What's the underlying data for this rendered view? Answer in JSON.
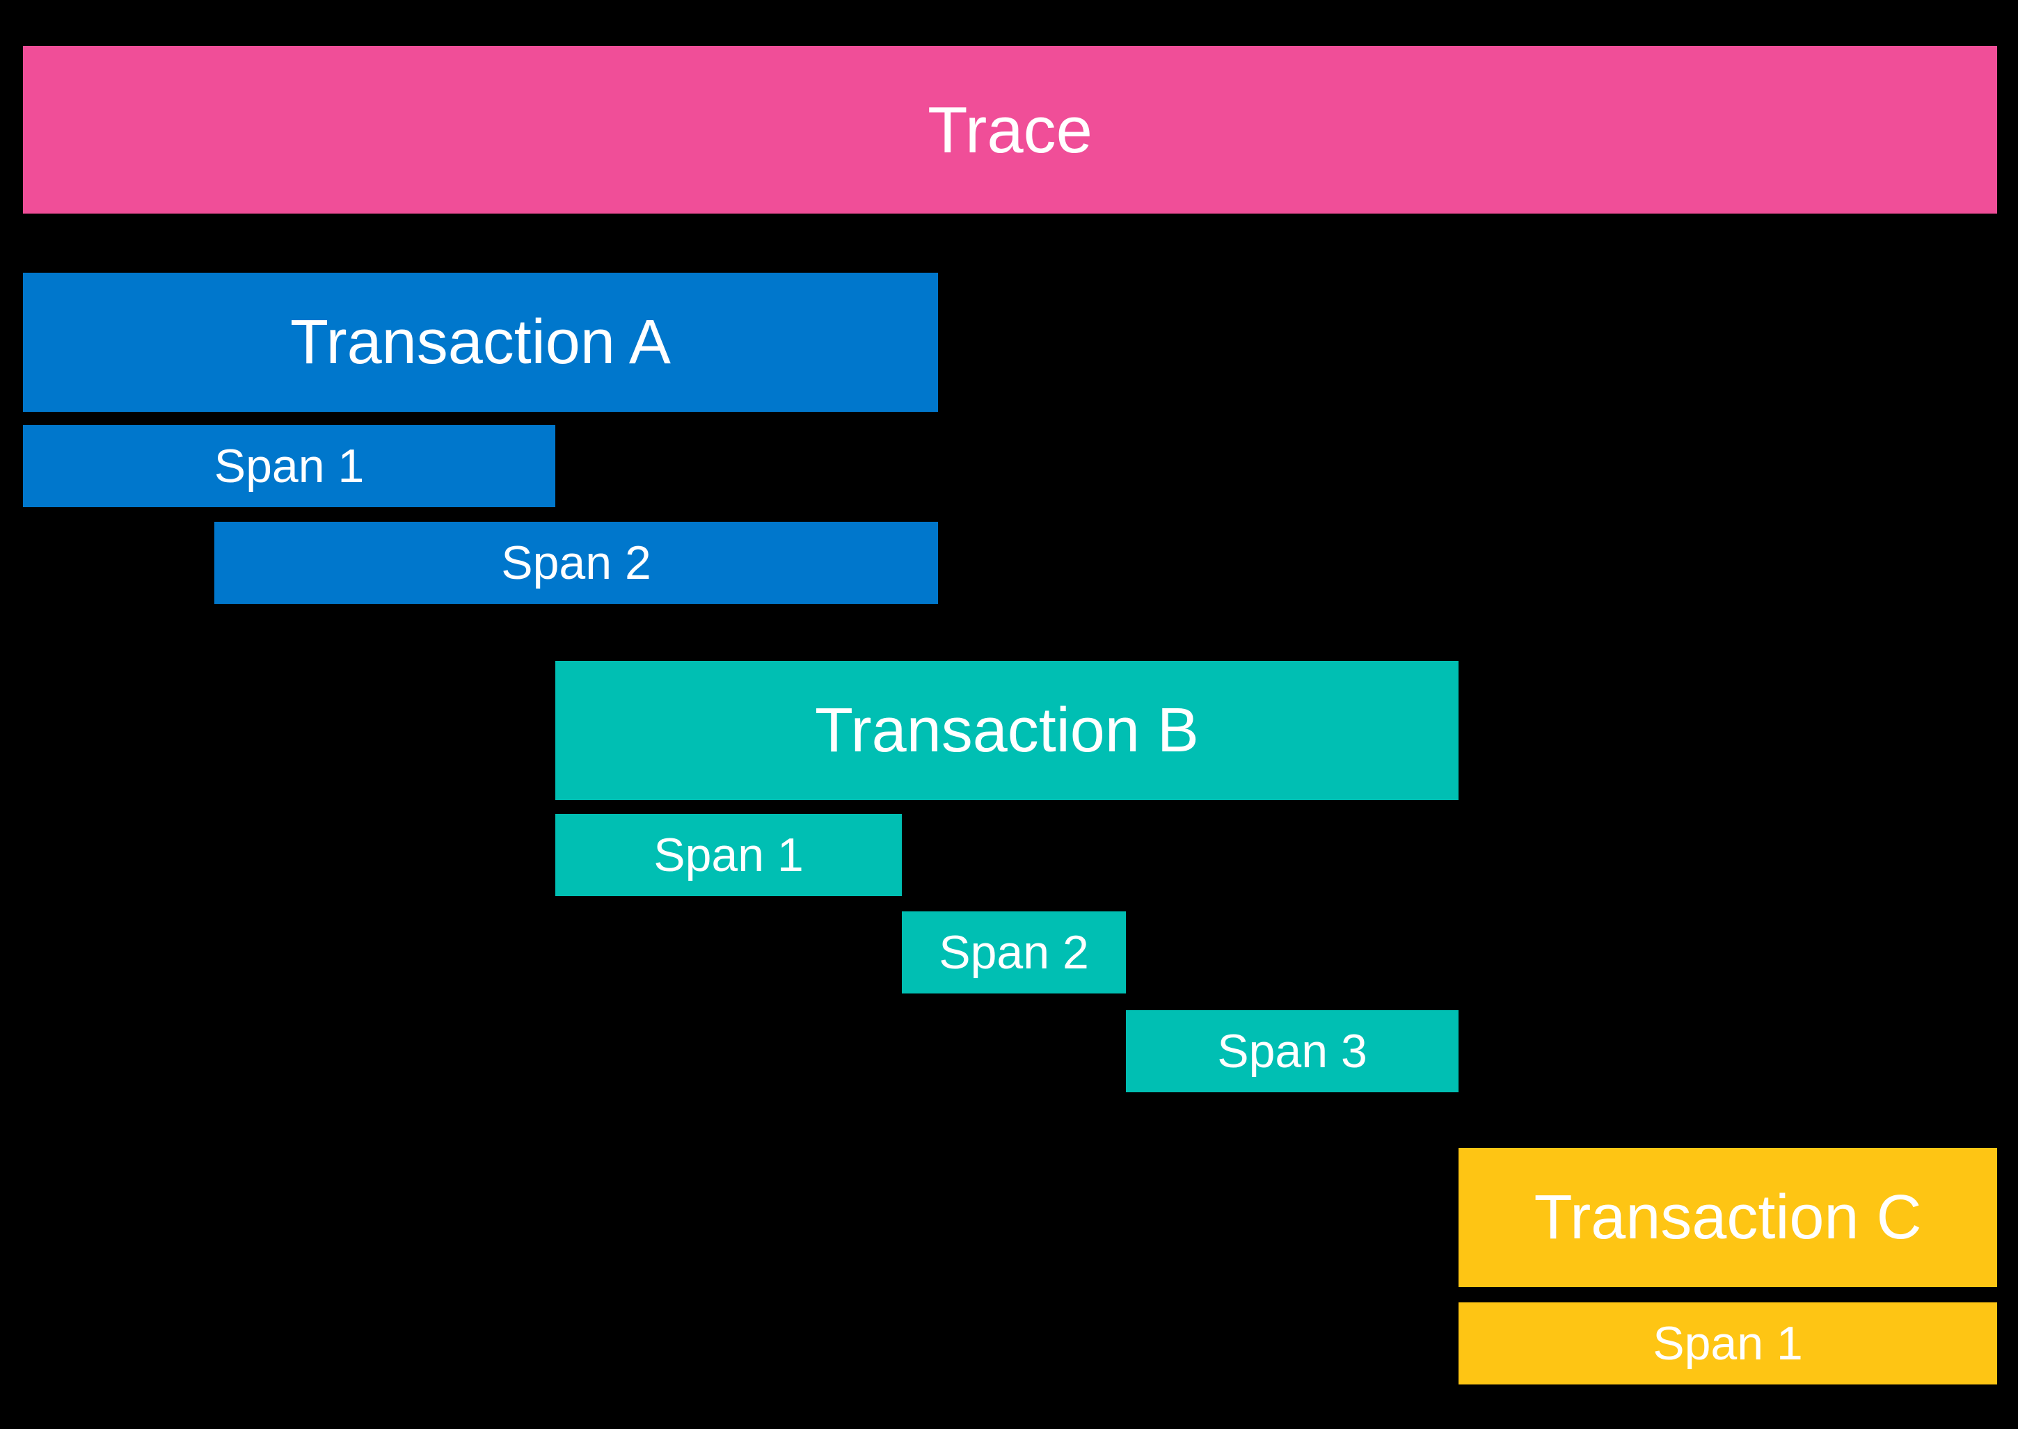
{
  "canvas": {
    "background": "#000000",
    "text_color": "#FFFFFF"
  },
  "trace": {
    "label": "Trace",
    "color": "#F04E98"
  },
  "transactions": [
    {
      "label": "Transaction A",
      "color": "#0077CC",
      "spans": [
        {
          "label": "Span 1"
        },
        {
          "label": "Span 2"
        }
      ]
    },
    {
      "label": "Transaction B",
      "color": "#00BFB3",
      "spans": [
        {
          "label": "Span 1"
        },
        {
          "label": "Span 2"
        },
        {
          "label": "Span 3"
        }
      ]
    },
    {
      "label": "Transaction C",
      "color": "#FEC514",
      "spans": [
        {
          "label": "Span 1"
        }
      ]
    }
  ]
}
